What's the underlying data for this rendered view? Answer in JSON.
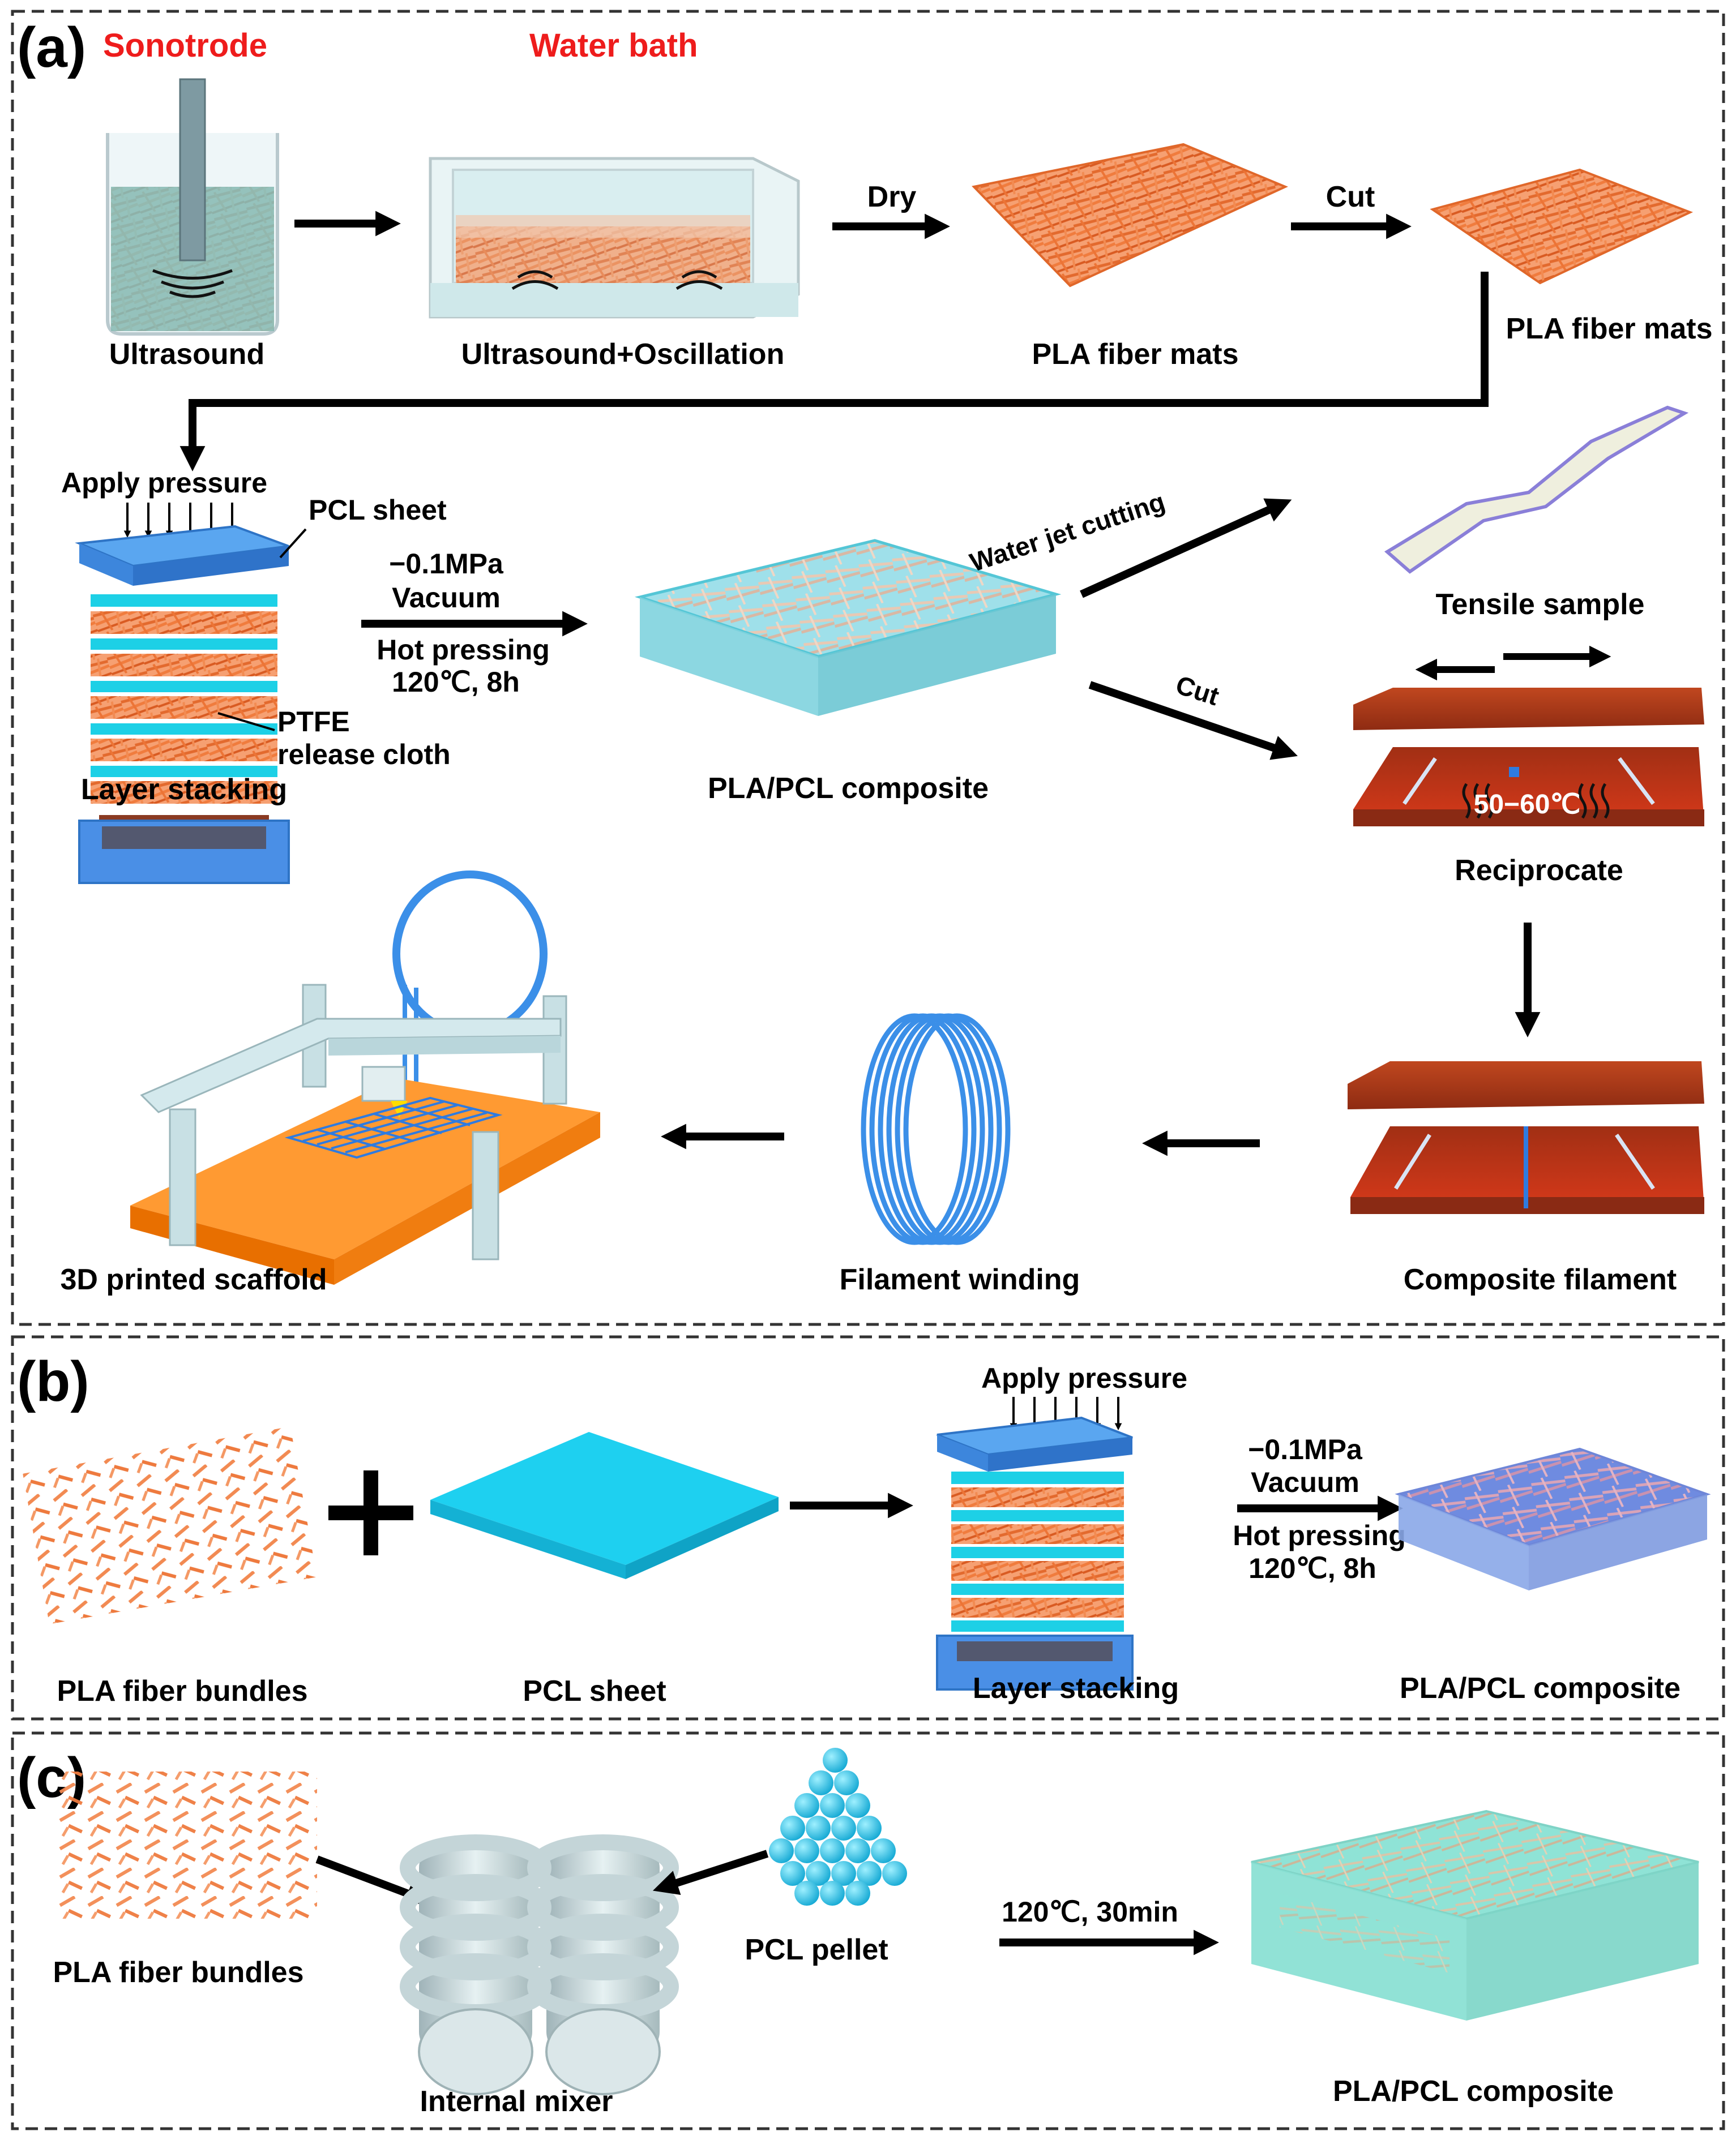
{
  "panels": {
    "a": {
      "letter": "(a)",
      "top_labels": {
        "sonotrode": "Sonotrode",
        "water_bath": "Water bath"
      },
      "captions": {
        "ultrasound": "Ultrasound",
        "ultrasound_oscillation": "Ultrasound+Oscillation",
        "pla_fiber_mats_1": "PLA fiber mats",
        "pla_fiber_mats_2": "PLA fiber mats",
        "layer_stacking": "Layer stacking",
        "pla_pcl_composite": "PLA/PCL composite",
        "tensile_sample": "Tensile sample",
        "reciprocate": "Reciprocate",
        "composite_filament": "Composite filament",
        "filament_winding": "Filament winding",
        "printed_scaffold": "3D printed scaffold"
      },
      "arrow_labels": {
        "dry": "Dry",
        "cut_1": "Cut",
        "water_jet": "Water jet cutting",
        "cut_2": "Cut"
      },
      "stack_labels": {
        "apply_pressure": "Apply pressure",
        "pcl_sheet": "PCL sheet",
        "ptfe_1": "PTFE",
        "ptfe_2": "release cloth"
      },
      "conditions": {
        "pressure": "−0.1MPa",
        "vacuum": "Vacuum",
        "hot_pressing": "Hot pressing",
        "temp_time": "120℃, 8h"
      },
      "heater_temp": "50−60℃"
    },
    "b": {
      "letter": "(b)",
      "captions": {
        "pla_fiber_bundles": "PLA fiber bundles",
        "pcl_sheet": "PCL sheet",
        "layer_stacking": "Layer stacking",
        "pla_pcl_composite": "PLA/PCL composite"
      },
      "apply_pressure": "Apply pressure",
      "conditions": {
        "pressure": "−0.1MPa",
        "vacuum": "Vacuum",
        "hot_pressing": "Hot pressing",
        "temp_time": "120℃, 8h"
      }
    },
    "c": {
      "letter": "(c)",
      "captions": {
        "pla_fiber_bundles": "PLA fiber bundles",
        "internal_mixer": "Internal mixer",
        "pcl_pellet": "PCL pellet",
        "pla_pcl_composite": "PLA/PCL composite"
      },
      "conditions": "120℃, 30min"
    }
  },
  "colors": {
    "label_red": "#ee1c1c",
    "pla_orange": "#f0834a",
    "pcl_cyan": "#19c8ef",
    "press_blue": "#4a8fe6",
    "heater_red": "#b5401c",
    "stage_orange": "#ff8a1a",
    "water_teal": "#7fd3d6"
  }
}
